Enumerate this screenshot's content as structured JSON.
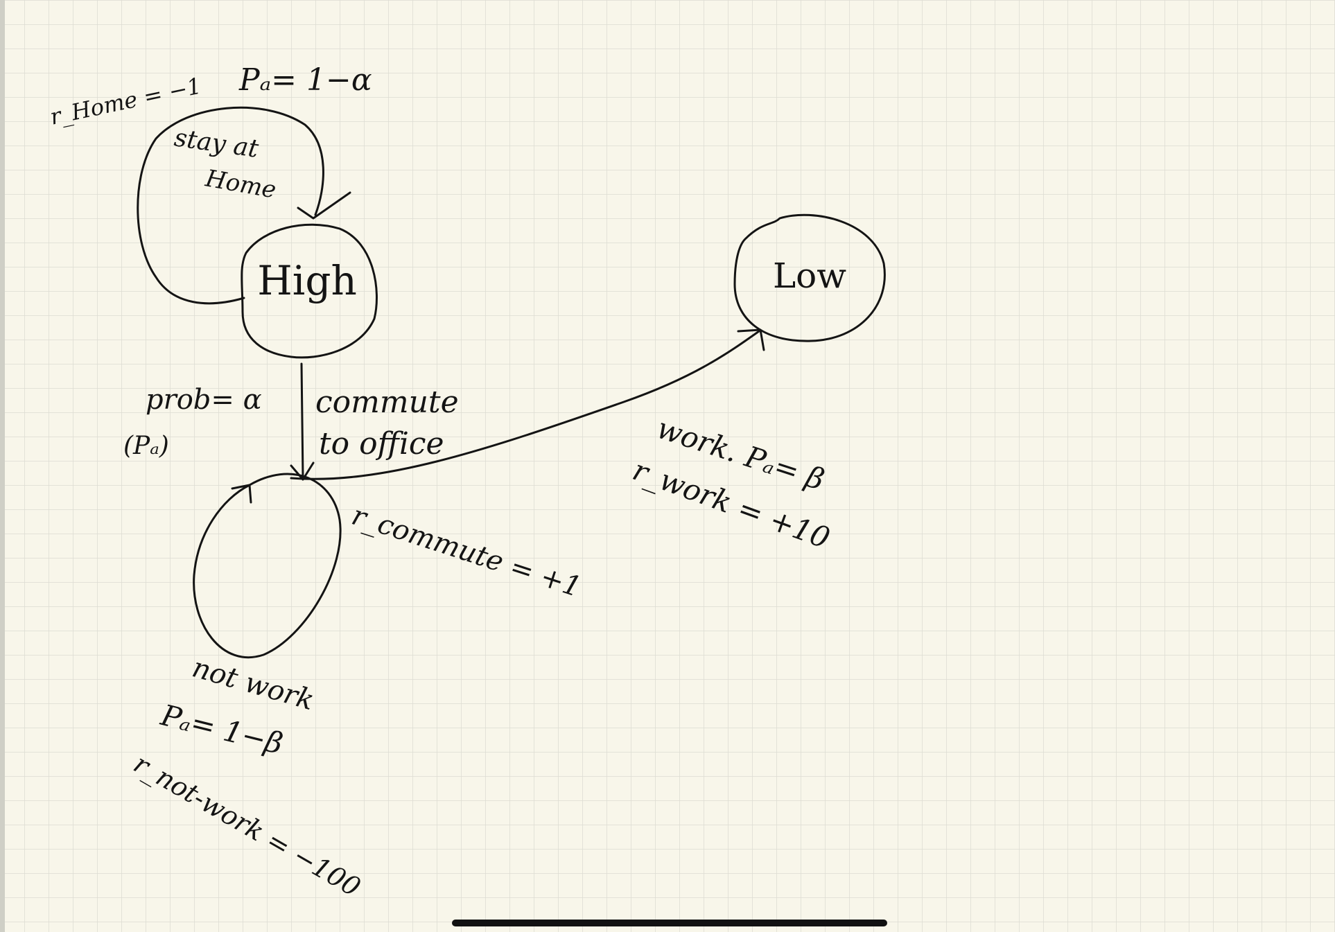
{
  "colors": {
    "paper": "#f8f6ea",
    "grid": "#dcdcd2",
    "ink": "#141414",
    "left_rail": "#cfcfc6",
    "home_indicator": "#111111"
  },
  "nodes": {
    "high": "High",
    "low": "Low",
    "unlabeled": ""
  },
  "edges": {
    "stay_home": {
      "action": "stay at",
      "action2": "Home",
      "prob": "Pₐ= 1−α",
      "reward": "r_Home = −1"
    },
    "commute": {
      "prob": "prob= α",
      "prob2": "(Pₐ)",
      "action": "commute",
      "action2": "to office",
      "reward": "r_commute = +1"
    },
    "work": {
      "prob": "work. Pₐ= β",
      "reward": "r_work = +10"
    },
    "not_work": {
      "action": "not work",
      "prob": "Pₐ= 1−β",
      "reward": "r_not-work = −100"
    }
  }
}
